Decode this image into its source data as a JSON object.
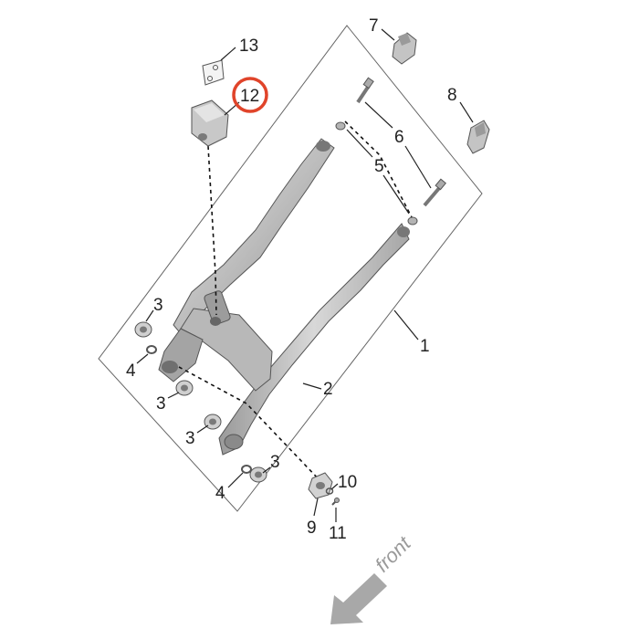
{
  "callouts": {
    "c1": "1",
    "c2": "2",
    "c3a": "3",
    "c3b": "3",
    "c3c": "3",
    "c3d": "3",
    "c4a": "4",
    "c4b": "4",
    "c5": "5",
    "c6": "6",
    "c7": "7",
    "c8": "8",
    "c9": "9",
    "c10": "10",
    "c11": "11",
    "c12": "12",
    "c13": "13"
  },
  "highlight": {
    "callout": "12",
    "color": "#e0442a"
  },
  "direction": {
    "label": "front",
    "color": "#a8a8a8"
  },
  "colors": {
    "part_light": "#d4d4d4",
    "part_mid": "#b4b4b4",
    "part_dark": "#8a8a8a"
  }
}
